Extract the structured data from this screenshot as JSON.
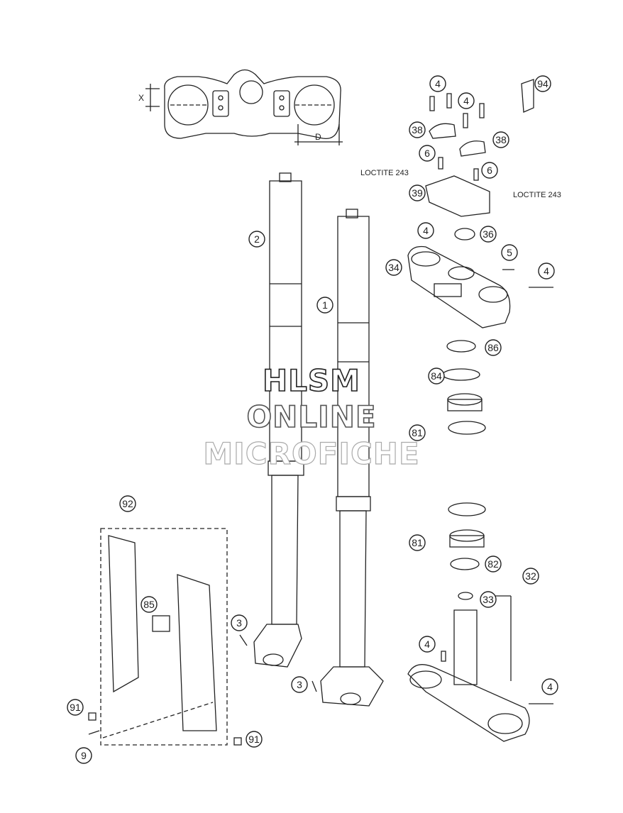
{
  "callouts": [
    {
      "id": "c-94",
      "n": "94"
    },
    {
      "id": "c-4a",
      "n": "4"
    },
    {
      "id": "c-4b",
      "n": "4"
    },
    {
      "id": "c-38a",
      "n": "38"
    },
    {
      "id": "c-38b",
      "n": "38"
    },
    {
      "id": "c-6a",
      "n": "6"
    },
    {
      "id": "c-6b",
      "n": "6"
    },
    {
      "id": "c-39",
      "n": "39"
    },
    {
      "id": "c-4c",
      "n": "4"
    },
    {
      "id": "c-36",
      "n": "36"
    },
    {
      "id": "c-5",
      "n": "5"
    },
    {
      "id": "c-34",
      "n": "34"
    },
    {
      "id": "c-4d",
      "n": "4"
    },
    {
      "id": "c-86",
      "n": "86"
    },
    {
      "id": "c-84",
      "n": "84"
    },
    {
      "id": "c-81a",
      "n": "81"
    },
    {
      "id": "c-81b",
      "n": "81"
    },
    {
      "id": "c-82",
      "n": "82"
    },
    {
      "id": "c-32",
      "n": "32"
    },
    {
      "id": "c-33",
      "n": "33"
    },
    {
      "id": "c-4e",
      "n": "4"
    },
    {
      "id": "c-4f",
      "n": "4"
    },
    {
      "id": "c-2",
      "n": "2"
    },
    {
      "id": "c-1",
      "n": "1"
    },
    {
      "id": "c-3a",
      "n": "3"
    },
    {
      "id": "c-3b",
      "n": "3"
    },
    {
      "id": "c-92",
      "n": "92"
    },
    {
      "id": "c-85",
      "n": "85"
    },
    {
      "id": "c-91a",
      "n": "91"
    },
    {
      "id": "c-91b",
      "n": "91"
    },
    {
      "id": "c-9",
      "n": "9"
    }
  ],
  "labels": {
    "loctite_left": "LOCTITE 243",
    "loctite_right": "LOCTITE 243",
    "dim_x": "X",
    "dim_d": "D"
  },
  "watermark": {
    "line1": "HLSM",
    "line2": "ONLINE",
    "line3": "MICROFICHE"
  },
  "colors": {
    "line": "#222222",
    "fill": "#ffffff",
    "shade": "#cfcfcf"
  }
}
